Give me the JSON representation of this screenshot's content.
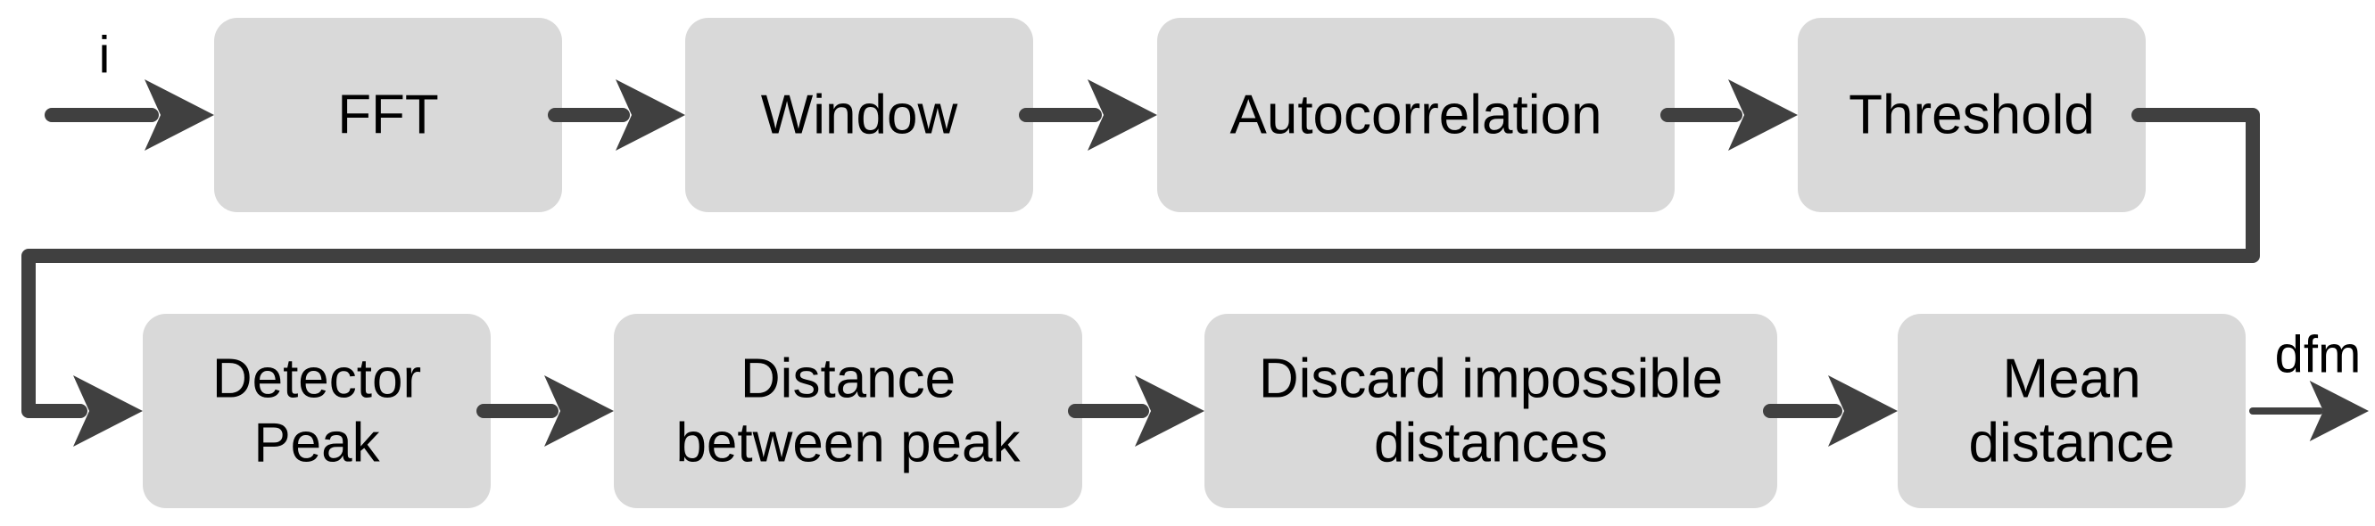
{
  "input_label": "i",
  "output_label": "dfm",
  "colors": {
    "block_fill": "#d9d9d9",
    "wire": "#404040",
    "text": "#000000"
  },
  "blocks": [
    {
      "id": "fft",
      "lines": [
        "FFT"
      ]
    },
    {
      "id": "window",
      "lines": [
        "Window"
      ]
    },
    {
      "id": "autocorrelation",
      "lines": [
        "Autocorrelation"
      ]
    },
    {
      "id": "threshold",
      "lines": [
        "Threshold"
      ]
    },
    {
      "id": "detector-peak",
      "lines": [
        "Detector",
        "Peak"
      ]
    },
    {
      "id": "distance-between-peak",
      "lines": [
        "Distance",
        "between peak"
      ]
    },
    {
      "id": "discard-impossible-distances",
      "lines": [
        "Discard impossible",
        "distances"
      ]
    },
    {
      "id": "mean-distance",
      "lines": [
        "Mean",
        "distance"
      ]
    }
  ]
}
